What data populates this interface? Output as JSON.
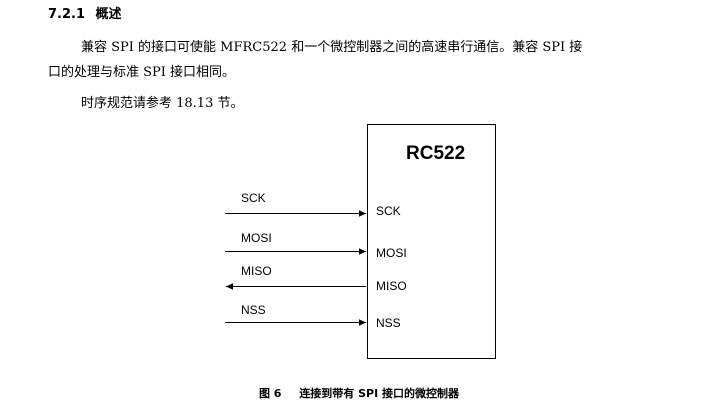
{
  "section": {
    "number": "7.2.1",
    "title": "概述"
  },
  "paragraphs": {
    "p1_line1": "兼容 SPI 的接口可使能 MFRC522 和一个微控制器之间的高速串行通信。兼容 SPI 接",
    "p1_line2": "口的处理与标准 SPI 接口相同。",
    "p2": "时序规范请参考 18.13 节。"
  },
  "diagram": {
    "chip_title": "RC522",
    "signals": [
      {
        "outer_label": "SCK",
        "pin_label": "SCK",
        "direction": "to-chip"
      },
      {
        "outer_label": "MOSI",
        "pin_label": "MOSI",
        "direction": "to-chip"
      },
      {
        "outer_label": "MISO",
        "pin_label": "MISO",
        "direction": "from-chip"
      },
      {
        "outer_label": "NSS",
        "pin_label": "NSS",
        "direction": "to-chip"
      }
    ]
  },
  "caption": {
    "figure_number": "图 6",
    "text": "连接到带有 SPI 接口的微控制器"
  }
}
